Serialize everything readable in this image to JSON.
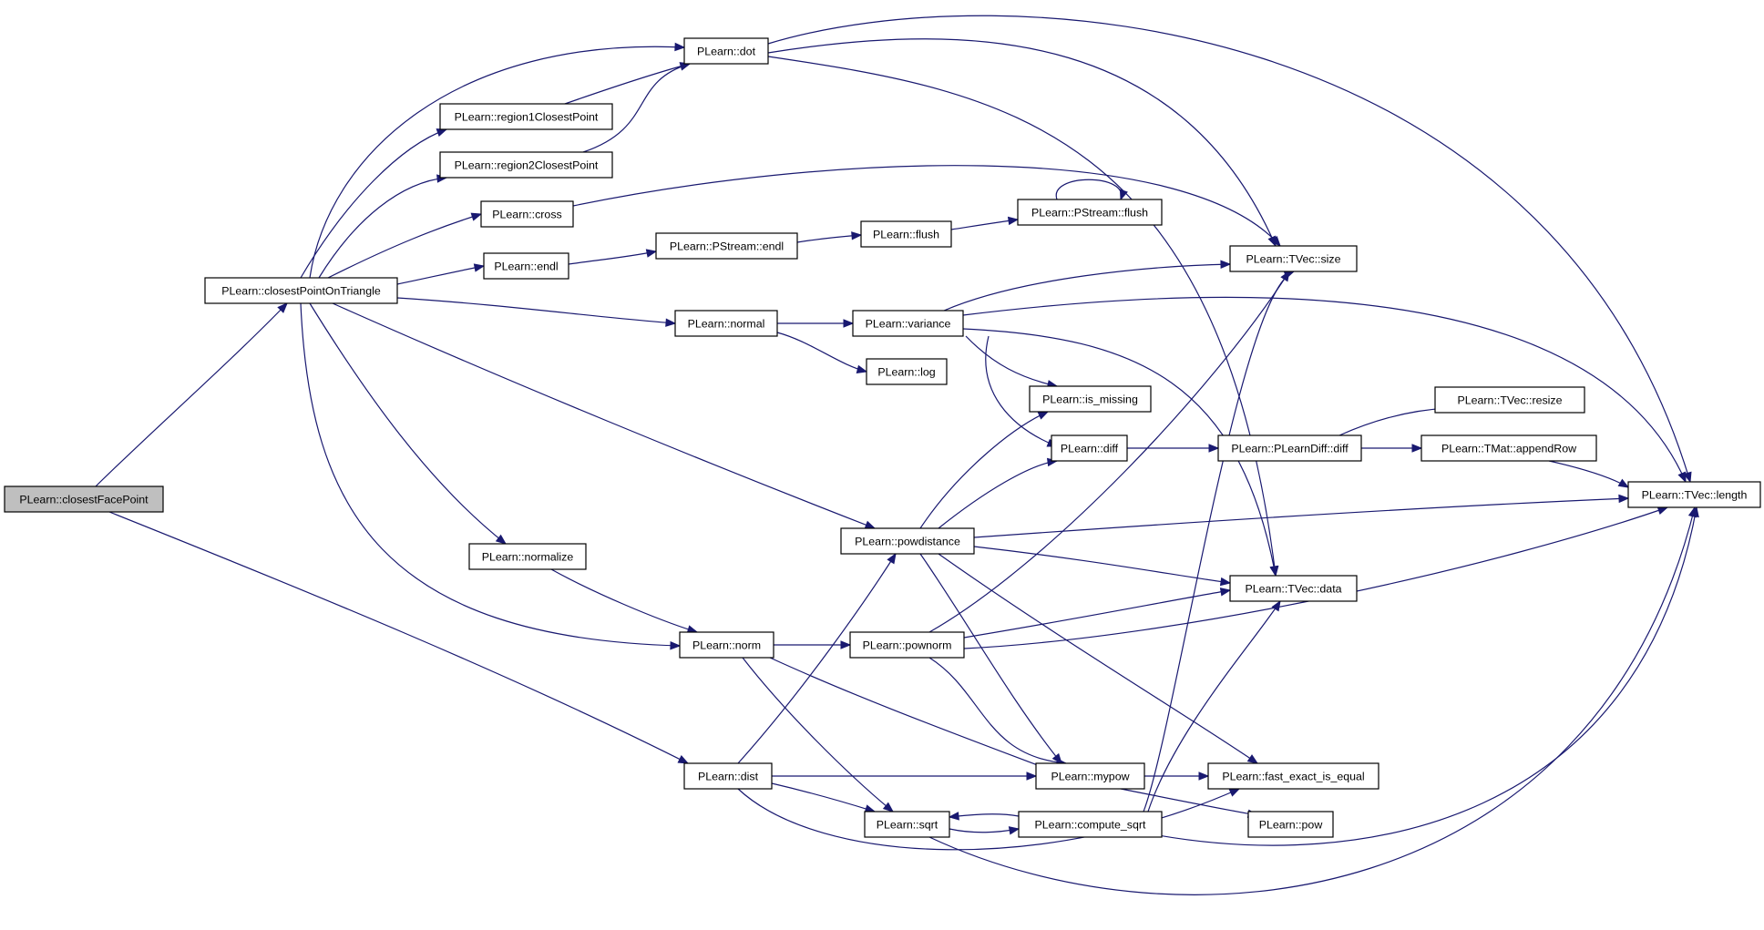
{
  "graph": {
    "colors": {
      "edge": "#191970",
      "node_border": "#000000",
      "node_fill": "#ffffff",
      "root_fill": "#bfbfbf"
    },
    "nodes": [
      {
        "id": "closestFacePoint",
        "label": "PLearn::closestFacePoint",
        "root": true
      },
      {
        "id": "closestPointOnTriangle",
        "label": "PLearn::closestPointOnTriangle"
      },
      {
        "id": "dist",
        "label": "PLearn::dist"
      },
      {
        "id": "dot",
        "label": "PLearn::dot"
      },
      {
        "id": "region1",
        "label": "PLearn::region1ClosestPoint"
      },
      {
        "id": "region2",
        "label": "PLearn::region2ClosestPoint"
      },
      {
        "id": "cross",
        "label": "PLearn::cross"
      },
      {
        "id": "endl",
        "label": "PLearn::endl"
      },
      {
        "id": "pstreamEndl",
        "label": "PLearn::PStream::endl"
      },
      {
        "id": "flush",
        "label": "PLearn::flush"
      },
      {
        "id": "pstreamFlush",
        "label": "PLearn::PStream::flush"
      },
      {
        "id": "tvecSize",
        "label": "PLearn::TVec::size"
      },
      {
        "id": "normal",
        "label": "PLearn::normal"
      },
      {
        "id": "variance",
        "label": "PLearn::variance"
      },
      {
        "id": "log",
        "label": "PLearn::log"
      },
      {
        "id": "isMissing",
        "label": "PLearn::is_missing"
      },
      {
        "id": "diff",
        "label": "PLearn::diff"
      },
      {
        "id": "plearnDiff",
        "label": "PLearn::PLearnDiff::diff"
      },
      {
        "id": "resize",
        "label": "PLearn::TVec::resize"
      },
      {
        "id": "appendRow",
        "label": "PLearn::TMat::appendRow"
      },
      {
        "id": "tvecLength",
        "label": "PLearn::TVec::length"
      },
      {
        "id": "powdistance",
        "label": "PLearn::powdistance"
      },
      {
        "id": "normalize",
        "label": "PLearn::normalize"
      },
      {
        "id": "tvecData",
        "label": "PLearn::TVec::data"
      },
      {
        "id": "norm",
        "label": "PLearn::norm"
      },
      {
        "id": "pownorm",
        "label": "PLearn::pownorm"
      },
      {
        "id": "mypow",
        "label": "PLearn::mypow"
      },
      {
        "id": "fastExact",
        "label": "PLearn::fast_exact_is_equal"
      },
      {
        "id": "sqrt",
        "label": "PLearn::sqrt"
      },
      {
        "id": "computeSqrt",
        "label": "PLearn::compute_sqrt"
      },
      {
        "id": "pow",
        "label": "PLearn::pow"
      }
    ],
    "edges": [
      [
        "closestFacePoint",
        "closestPointOnTriangle"
      ],
      [
        "closestFacePoint",
        "dist"
      ],
      [
        "closestPointOnTriangle",
        "dot"
      ],
      [
        "closestPointOnTriangle",
        "region1"
      ],
      [
        "closestPointOnTriangle",
        "region2"
      ],
      [
        "closestPointOnTriangle",
        "cross"
      ],
      [
        "closestPointOnTriangle",
        "endl"
      ],
      [
        "closestPointOnTriangle",
        "normal"
      ],
      [
        "closestPointOnTriangle",
        "powdistance"
      ],
      [
        "closestPointOnTriangle",
        "normalize"
      ],
      [
        "closestPointOnTriangle",
        "norm"
      ],
      [
        "region1",
        "dot"
      ],
      [
        "region2",
        "dot"
      ],
      [
        "dot",
        "tvecLength"
      ],
      [
        "dot",
        "tvecSize"
      ],
      [
        "dot",
        "tvecData"
      ],
      [
        "cross",
        "tvecSize"
      ],
      [
        "endl",
        "pstreamEndl"
      ],
      [
        "pstreamEndl",
        "flush"
      ],
      [
        "flush",
        "pstreamFlush"
      ],
      [
        "pstreamFlush",
        "pstreamFlush"
      ],
      [
        "normal",
        "variance"
      ],
      [
        "normal",
        "log"
      ],
      [
        "variance",
        "tvecSize"
      ],
      [
        "variance",
        "tvecLength"
      ],
      [
        "variance",
        "isMissing"
      ],
      [
        "variance",
        "diff"
      ],
      [
        "variance",
        "tvecData"
      ],
      [
        "diff",
        "plearnDiff"
      ],
      [
        "plearnDiff",
        "resize"
      ],
      [
        "plearnDiff",
        "appendRow"
      ],
      [
        "appendRow",
        "tvecLength"
      ],
      [
        "powdistance",
        "isMissing"
      ],
      [
        "powdistance",
        "diff"
      ],
      [
        "powdistance",
        "tvecLength"
      ],
      [
        "powdistance",
        "tvecData"
      ],
      [
        "powdistance",
        "mypow"
      ],
      [
        "powdistance",
        "fastExact"
      ],
      [
        "normalize",
        "norm"
      ],
      [
        "norm",
        "pownorm"
      ],
      [
        "norm",
        "mypow"
      ],
      [
        "norm",
        "sqrt"
      ],
      [
        "pownorm",
        "tvecSize"
      ],
      [
        "pownorm",
        "tvecData"
      ],
      [
        "pownorm",
        "tvecLength"
      ],
      [
        "pownorm",
        "mypow"
      ],
      [
        "dist",
        "powdistance"
      ],
      [
        "dist",
        "mypow"
      ],
      [
        "dist",
        "sqrt"
      ],
      [
        "dist",
        "fastExact"
      ],
      [
        "mypow",
        "fastExact"
      ],
      [
        "mypow",
        "pow"
      ],
      [
        "sqrt",
        "computeSqrt"
      ],
      [
        "sqrt",
        "tvecLength"
      ],
      [
        "computeSqrt",
        "sqrt"
      ],
      [
        "computeSqrt",
        "tvecSize"
      ],
      [
        "computeSqrt",
        "tvecData"
      ],
      [
        "computeSqrt",
        "tvecLength"
      ]
    ]
  }
}
